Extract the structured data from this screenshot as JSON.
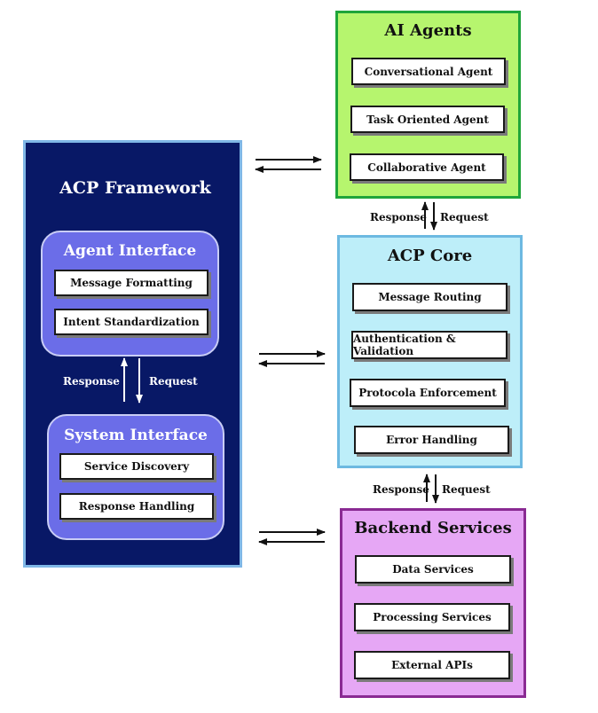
{
  "framework": {
    "title": "ACP Framework",
    "agent_interface": {
      "title": "Agent Interface",
      "items": [
        "Message Formatting",
        "Intent Standardization"
      ]
    },
    "system_interface": {
      "title": "System Interface",
      "items": [
        "Service Discovery",
        "Response Handling"
      ]
    },
    "response_label": "Response",
    "request_label": "Request"
  },
  "ai_agents": {
    "title": "AI Agents",
    "items": [
      "Conversational Agent",
      "Task Oriented Agent",
      "Collaborative Agent"
    ]
  },
  "acp_core": {
    "title": "ACP Core",
    "items": [
      "Message Routing",
      "Authentication & Validation",
      "Protocola Enforcement",
      "Error Handling"
    ]
  },
  "backend_services": {
    "title": "Backend Services",
    "items": [
      "Data Services",
      "Processing Services",
      "External APIs"
    ]
  },
  "links": {
    "agents_core": {
      "response_label": "Response",
      "request_label": "Request"
    },
    "core_backend": {
      "response_label": "Response",
      "request_label": "Request"
    }
  },
  "colors": {
    "framework_bg": "#081866",
    "interface_bg": "#6b6de8",
    "agents_bg": "#b6f56e",
    "core_bg": "#bdeef9",
    "backend_bg": "#e6a7f5"
  }
}
